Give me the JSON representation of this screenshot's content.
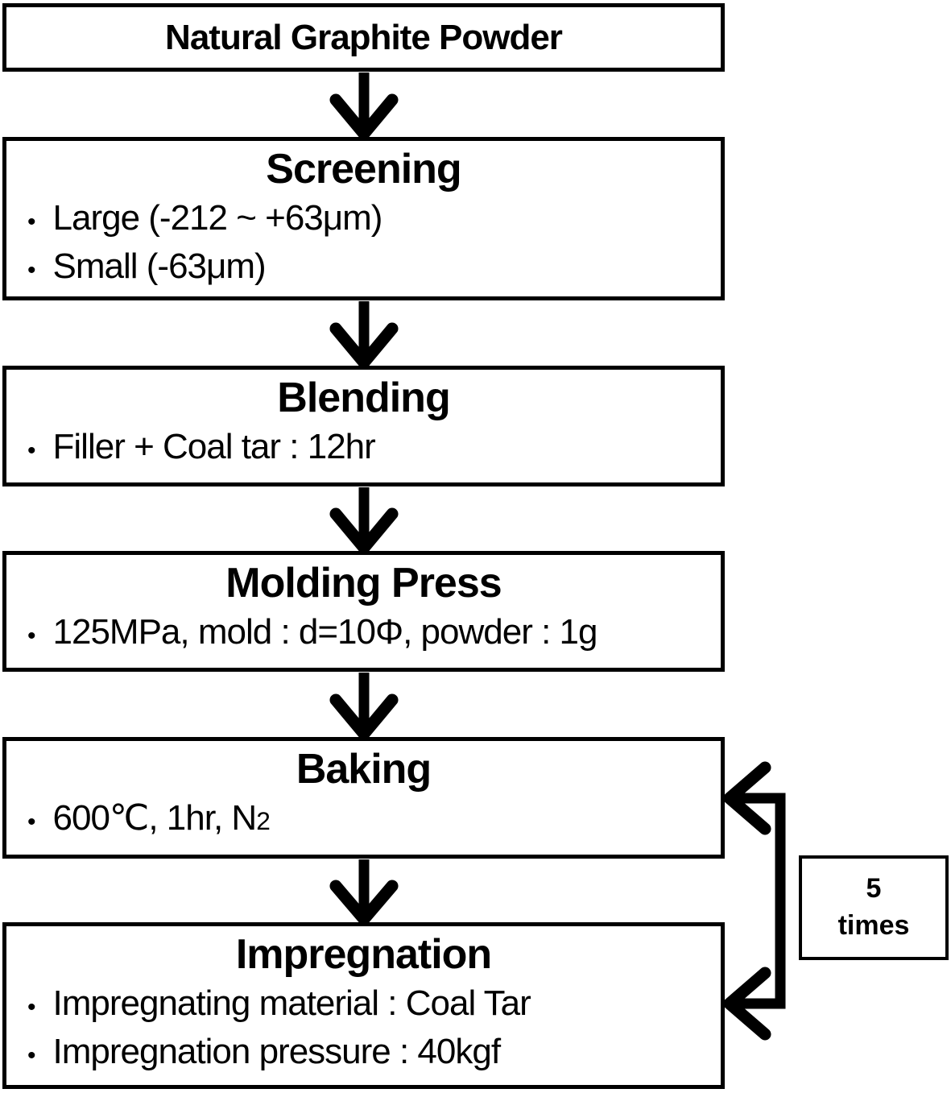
{
  "diagram": {
    "colors": {
      "ink": "#000000",
      "background": "#ffffff"
    },
    "bullet_marker": "•",
    "source_box": {
      "label": "Natural Graphite Powder"
    },
    "steps": [
      {
        "title": "Screening",
        "bullets": [
          "Large (-212 ~ +63μm)",
          "Small (-63μm)"
        ]
      },
      {
        "title": "Blending",
        "bullets": [
          "Filler + Coal tar : 12hr"
        ]
      },
      {
        "title": "Molding Press",
        "bullets": [
          "125MPa, mold : d=10Φ, powder : 1g"
        ]
      },
      {
        "title": "Baking",
        "bullets": [
          {
            "text": "600℃, 1hr, N",
            "sub": "2"
          }
        ]
      },
      {
        "title": "Impregnation",
        "bullets": [
          "Impregnating material : Coal Tar",
          "Impregnation pressure : 40kgf"
        ]
      }
    ],
    "loop": {
      "label_line1": "5",
      "label_line2": "times"
    }
  }
}
